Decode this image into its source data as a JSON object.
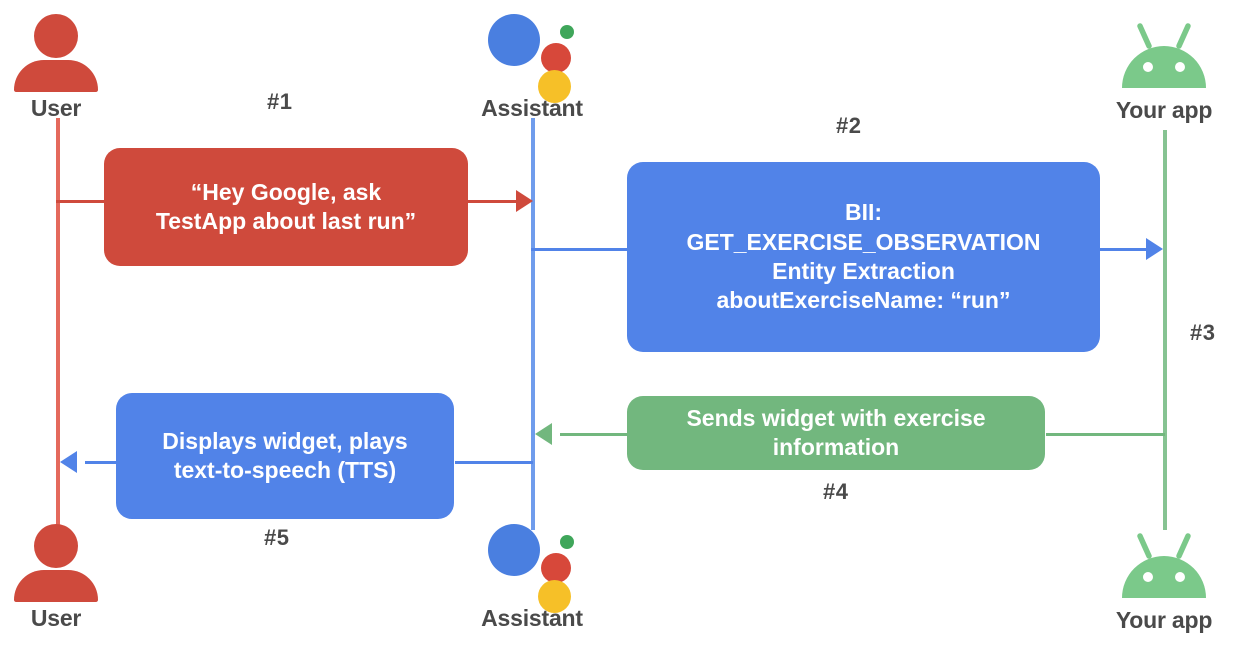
{
  "diagram": {
    "title": "Google Assistant App Actions sequence diagram",
    "colors": {
      "red": "#cf4a3c",
      "blue": "#5183e8",
      "green": "#72b77e",
      "assistant_blue": "#4a7fe0",
      "assistant_red": "#d7483a",
      "assistant_green": "#3fa65a",
      "assistant_yellow": "#f6c028",
      "label_gray": "#4a4a4a",
      "background": "#ffffff"
    },
    "actors": [
      {
        "id": "user-top",
        "label": "User",
        "icon": "person-icon"
      },
      {
        "id": "assistant-top",
        "label": "Assistant",
        "icon": "google-assistant-icon"
      },
      {
        "id": "app-top",
        "label": "Your app",
        "icon": "android-robot-icon"
      },
      {
        "id": "user-bottom",
        "label": "User",
        "icon": "person-icon"
      },
      {
        "id": "assistant-bottom",
        "label": "Assistant",
        "icon": "google-assistant-icon"
      },
      {
        "id": "app-bottom",
        "label": "Your app",
        "icon": "android-robot-icon"
      }
    ],
    "messages": [
      {
        "id": "msg-1",
        "step": "#1",
        "color": "red",
        "from": "User",
        "to": "Assistant",
        "text": "“Hey Google, ask\nTestApp about last run”"
      },
      {
        "id": "msg-2",
        "step": "#2",
        "color": "blue",
        "from": "Assistant",
        "to": "Your app",
        "text": "BII:\nGET_EXERCISE_OBSERVATION\nEntity Extraction\naboutExerciseName: “run”"
      },
      {
        "id": "msg-3",
        "step": "#3",
        "color": "green",
        "from": "Your app",
        "to": "Your app",
        "text": ""
      },
      {
        "id": "msg-4",
        "step": "#4",
        "color": "green",
        "from": "Your app",
        "to": "Assistant",
        "text": "Sends widget with exercise\ninformation"
      },
      {
        "id": "msg-5",
        "step": "#5",
        "color": "blue",
        "from": "Assistant",
        "to": "User",
        "text": "Displays widget, plays\ntext-to-speech (TTS)"
      }
    ]
  }
}
